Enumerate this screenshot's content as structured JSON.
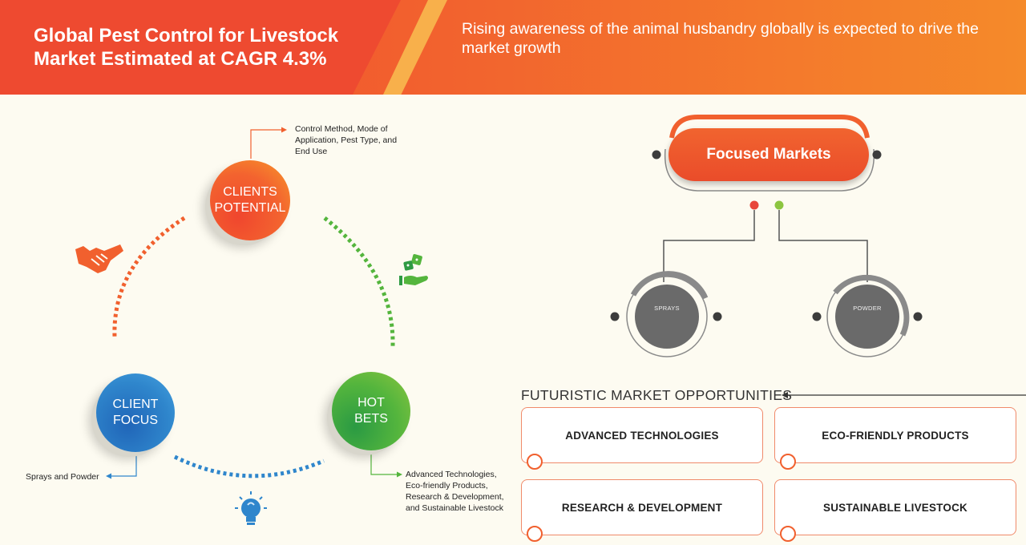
{
  "header": {
    "title": "Global Pest Control for Livestock\nMarket  Estimated at CAGR 4.3%",
    "subtitle": "Rising awareness of the animal husbandry globally is expected to drive the market growth"
  },
  "cycle": {
    "clients_potential": {
      "label": "CLIENTS\nPOTENTIAL",
      "note": "Control Method, Mode of\nApplication, Pest Type, and\nEnd Use",
      "icon": "handshake-icon"
    },
    "client_focus": {
      "label": "CLIENT\nFOCUS",
      "note": "Sprays and Powder",
      "icon": "lightbulb-icon"
    },
    "hot_bets": {
      "label": "HOT\nBETS",
      "note": "Advanced Technologies,\nEco-friendly Products,\nResearch & Development,\nand Sustainable Livestock",
      "icon": "dice-in-hand-icon"
    }
  },
  "focused_markets": {
    "title": "Focused Markets",
    "items": [
      "SPRAYS",
      "POWDER"
    ]
  },
  "opportunities": {
    "title": "FUTURISTIC MARKET OPPORTUNITIES",
    "items": [
      "ADVANCED TECHNOLOGIES",
      "ECO-FRIENDLY PRODUCTS",
      "RESEARCH & DEVELOPMENT",
      "SUSTAINABLE LIVESTOCK"
    ]
  },
  "colors": {
    "orange": "#f1602e",
    "blue": "#2f86cc",
    "green": "#54b53d",
    "red_dot": "#e8463a",
    "green_dot": "#8cc540"
  }
}
